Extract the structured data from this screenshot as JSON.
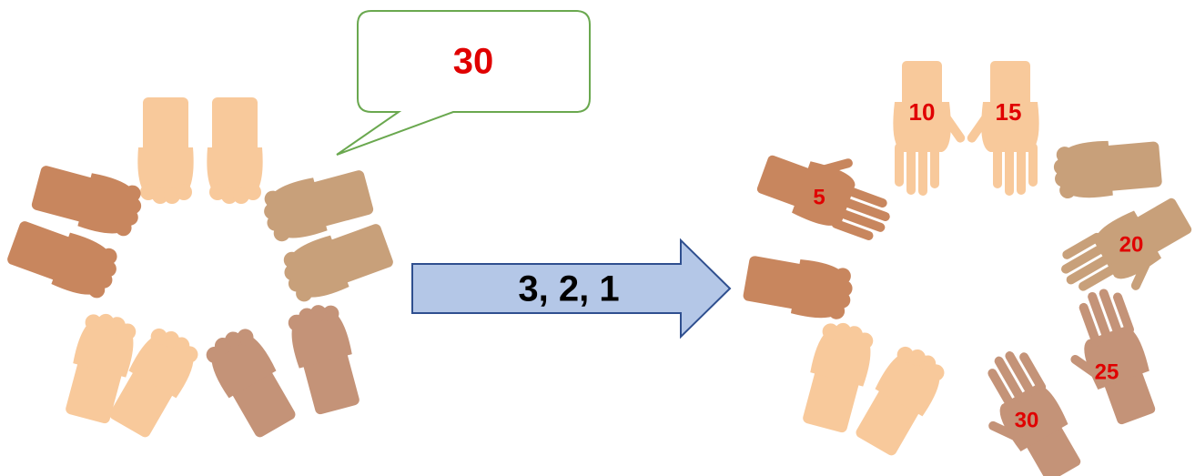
{
  "speech_bubble": {
    "text": "30"
  },
  "arrow": {
    "text": "3, 2, 1"
  },
  "hand_labels": [
    "5",
    "10",
    "15",
    "20",
    "25",
    "30"
  ],
  "colors": {
    "label_red": "#e00000",
    "bubble_border": "#6aa84f",
    "arrow_fill": "#b4c7e7",
    "arrow_stroke": "#2f4f8f",
    "skin_dark": "#c8865e",
    "skin_peach": "#f8c99b",
    "skin_tan": "#c8a07a",
    "skin_mauve": "#c49378"
  }
}
